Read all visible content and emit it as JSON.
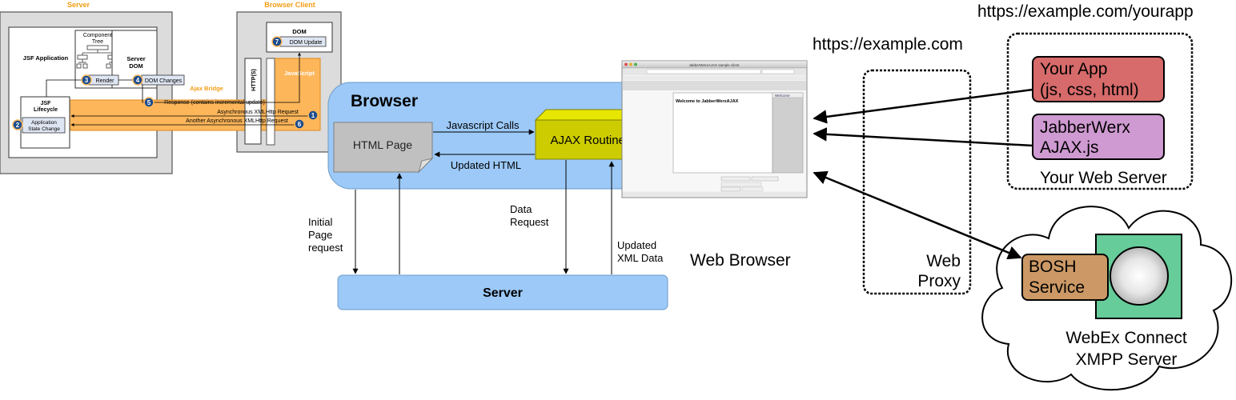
{
  "jsf": {
    "server_title": "Server",
    "client_title": "Browser Client",
    "jsf_application": "JSF Application",
    "component_tree_line1": "Component",
    "component_tree_line2": "Tree",
    "server_dom_line1": "Server",
    "server_dom_line2": "DOM",
    "jsf_lifecycle_line1": "JSF",
    "jsf_lifecycle_line2": "Lifecycle",
    "app_state_line1": "Application",
    "app_state_line2": "State Change",
    "render": "Render",
    "dom_changes": "DOM Changes",
    "ajax_bridge": "Ajax Bridge",
    "javascript": "JavaScript",
    "http": "HTTP(S)",
    "dom": "DOM",
    "dom_update": "DOM Update",
    "response": "Response (contains incremental update)",
    "async_request": "Asynchronous XMLHttp Request",
    "another_async_request": "Another Asynchronous XMLHttp Request",
    "step_numbers": [
      "1",
      "2",
      "3",
      "4",
      "5",
      "6",
      "7"
    ]
  },
  "browser_flow": {
    "browser_title": "Browser",
    "html_page": "HTML Page",
    "ajax_routines": "AJAX Routines",
    "javascript_calls": "Javascript Calls",
    "updated_html": "Updated HTML",
    "initial_line1": "Initial",
    "initial_line2": "Page",
    "initial_line3": "request",
    "data_request_line1": "Data",
    "data_request_line2": "Request",
    "updated_xml_line1": "Updated",
    "updated_xml_line2": "XML Data",
    "server": "Server"
  },
  "deployment": {
    "web_browser": "Web Browser",
    "screenshot_window_title": "JabberWerxAJAX sample client",
    "screenshot_welcome": "Welcome to JabberWerxAJAX",
    "screenshot_panel": "Welcome",
    "url_example": "https://example.com",
    "url_yourapp": "https://example.com/yourapp",
    "your_app_line1": "Your App",
    "your_app_line2": "(js, css, html)",
    "jabberwerx_line1": "JabberWerx",
    "jabberwerx_line2": "AJAX.js",
    "your_web_server": "Your Web Server",
    "web_proxy_line1": "Web",
    "web_proxy_line2": "Proxy",
    "bosh_line1": "BOSH",
    "bosh_line2": "Service",
    "xmpp_line1": "WebEx Connect",
    "xmpp_line2": "XMPP Server"
  }
}
